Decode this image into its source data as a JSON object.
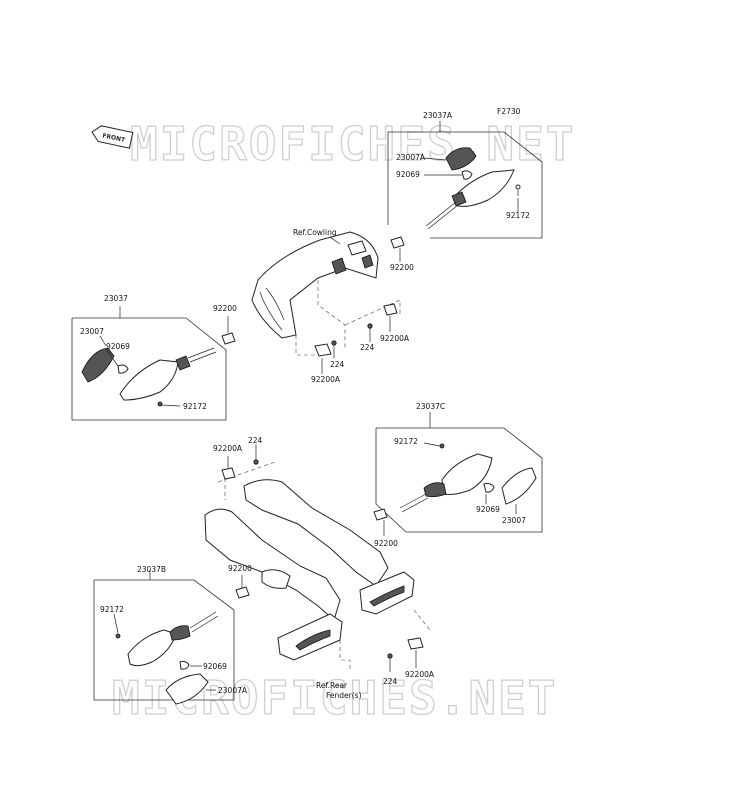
{
  "diagram_code": "F2730",
  "watermark": "MICROFICHES.NET",
  "front_badge": "FRONT",
  "labels": {
    "p23037A": "23037A",
    "p23007A_top": "23007A",
    "p92069_top": "92069",
    "p92172_top": "92172",
    "ref_cowling": "Ref.Cowling",
    "p92200_r1": "92200",
    "p23037": "23037",
    "p92200_l1": "92200",
    "p23007": "23007",
    "p92069_l": "92069",
    "p92172_l": "92172",
    "p224_a": "224",
    "p224_b": "224",
    "p92200A_a": "92200A",
    "p92200A_b": "92200A",
    "p92200A_c": "92200A",
    "p224_c": "224",
    "p23037C": "23037C",
    "p92172_c": "92172",
    "p92069_c": "92069",
    "p23007_c": "23007",
    "p92200_c": "92200",
    "p92200_b": "92200",
    "p23037B": "23037B",
    "p92172_b": "92172",
    "p92069_b": "92069",
    "p23007A_b": "23007A",
    "p92200A_d": "92200A",
    "p224_d": "224",
    "ref_rear_fender_1": "Ref.Rear",
    "ref_rear_fender_2": "Fender(s)"
  }
}
